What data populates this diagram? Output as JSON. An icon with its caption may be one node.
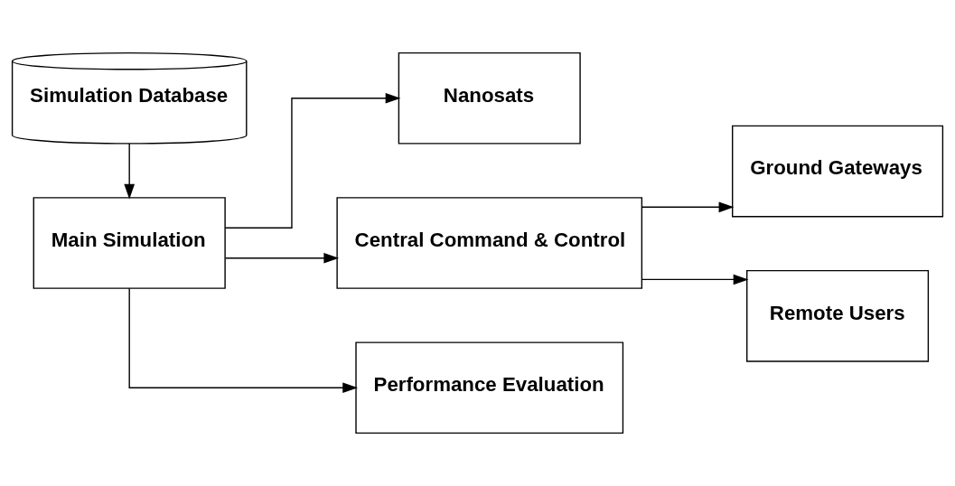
{
  "diagram": {
    "nodes": [
      {
        "text": [
          "Simulation Database"
        ]
      },
      {
        "text": [
          "Main Simulation"
        ]
      },
      {
        "text": [
          "Nanosats"
        ]
      },
      {
        "text": [
          "Central Command & Control"
        ]
      },
      {
        "text": [
          "Ground Gateways"
        ]
      },
      {
        "text": [
          "Remote Users"
        ]
      },
      {
        "text": [
          "Performance Evaluation"
        ]
      }
    ],
    "edges": [
      {
        "from": 0,
        "to": 1,
        "arrow": "to"
      },
      {
        "from": 1,
        "to": 2,
        "arrow": "to"
      },
      {
        "from": 1,
        "to": 3,
        "arrow": "to"
      },
      {
        "from": 1,
        "to": 6,
        "arrow": "to"
      },
      {
        "from": 3,
        "to": 4,
        "arrow": "to"
      },
      {
        "from": 3,
        "to": 5,
        "arrow": "to"
      }
    ]
  }
}
